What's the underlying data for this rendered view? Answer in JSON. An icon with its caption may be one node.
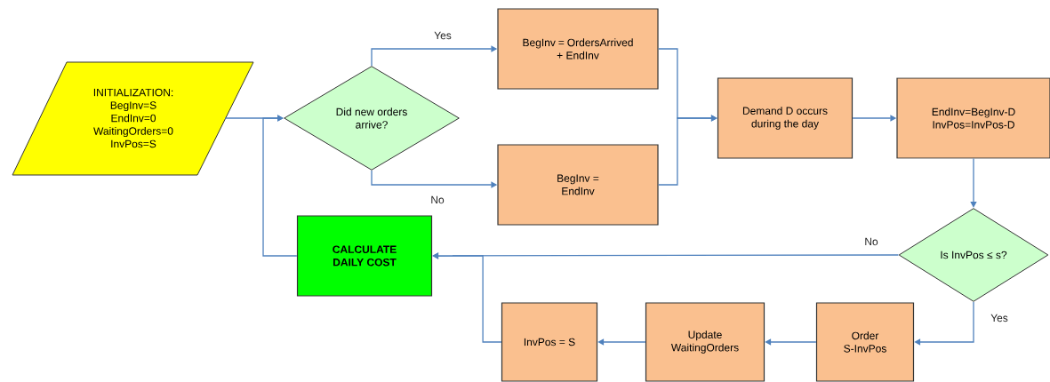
{
  "diagram": {
    "nodes": [
      {
        "text": [
          "INITIALIZATION:",
          "BegInv=S",
          "EndInv=0",
          "WaitingOrders=0",
          "InvPos=S"
        ]
      },
      {
        "text": [
          "Did new orders arrive?"
        ]
      },
      {
        "text": [
          "BegInv = OrdersArrived + EndInv"
        ]
      },
      {
        "text": [
          "BegInv = EndInv"
        ]
      },
      {
        "text": [
          "Demand D occurs during the day"
        ]
      },
      {
        "text": [
          "EndInv=BegInv-D",
          "InvPos=InvPos-D"
        ]
      },
      {
        "text": [
          "Is InvPos ≤ s?"
        ]
      },
      {
        "text": [
          "CALCULATE DAILY COST"
        ]
      },
      {
        "text": [
          "Order S-InvPos"
        ]
      },
      {
        "text": [
          "Update WaitingOrders"
        ]
      },
      {
        "text": [
          "InvPos = S"
        ]
      }
    ],
    "edges": [
      {
        "from": 0,
        "to": 1,
        "arrow": "to"
      },
      {
        "from": 1,
        "to": 2,
        "arrow": "to",
        "label": "Yes"
      },
      {
        "from": 1,
        "to": 3,
        "arrow": "to",
        "label": "No"
      },
      {
        "from": 2,
        "to": 4,
        "arrow": "to"
      },
      {
        "from": 3,
        "to": 4,
        "arrow": "to"
      },
      {
        "from": 4,
        "to": 5,
        "arrow": "to"
      },
      {
        "from": 5,
        "to": 6,
        "arrow": "to"
      },
      {
        "from": 6,
        "to": 7,
        "arrow": "to",
        "label": "No"
      },
      {
        "from": 6,
        "to": 8,
        "arrow": "to",
        "label": "Yes"
      },
      {
        "from": 8,
        "to": 9,
        "arrow": "to"
      },
      {
        "from": 9,
        "to": 10,
        "arrow": "to"
      },
      {
        "from": 10,
        "to": 7,
        "arrow": "to"
      },
      {
        "from": 7,
        "to": 1,
        "arrow": "to"
      }
    ]
  }
}
